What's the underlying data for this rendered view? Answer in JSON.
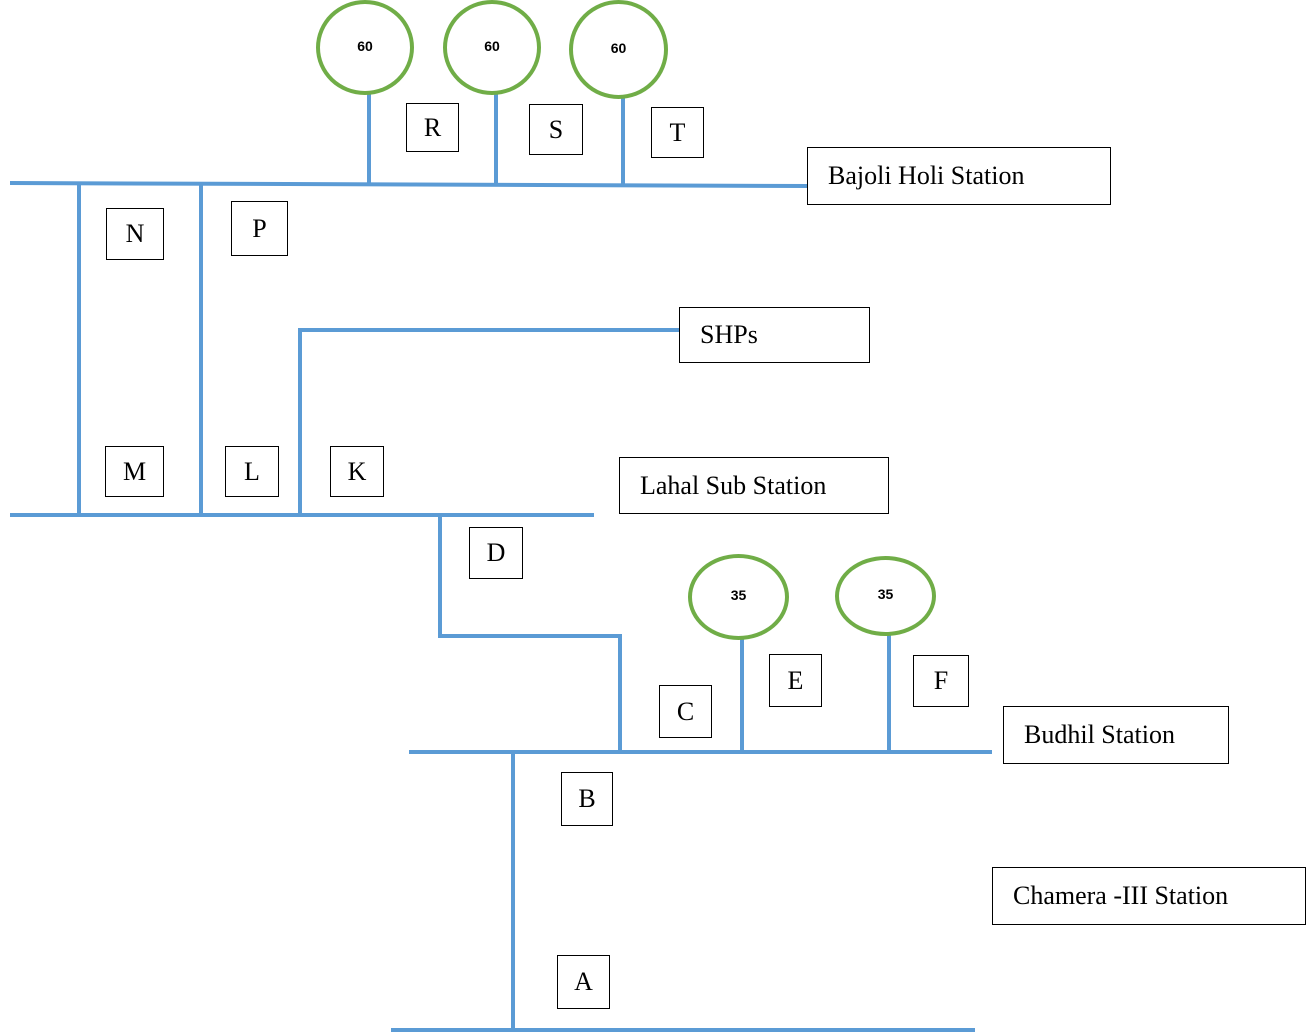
{
  "stations": {
    "bajoli_holi": "Bajoli Holi Station",
    "shps": "SHPs",
    "lahal": "Lahal Sub Station",
    "budhil": "Budhil Station",
    "chamera": "Chamera -III Station"
  },
  "lines": {
    "R": "R",
    "S": "S",
    "T": "T",
    "N": "N",
    "P": "P",
    "M": "M",
    "L": "L",
    "K": "K",
    "D": "D",
    "C": "C",
    "E": "E",
    "F": "F",
    "B": "B",
    "A": "A"
  },
  "generators": {
    "g1": "60",
    "g2": "60",
    "g3": "60",
    "g4": "35",
    "g5": "35"
  },
  "colors": {
    "bus": "#5b9bd5",
    "generator": "#70ad47"
  }
}
